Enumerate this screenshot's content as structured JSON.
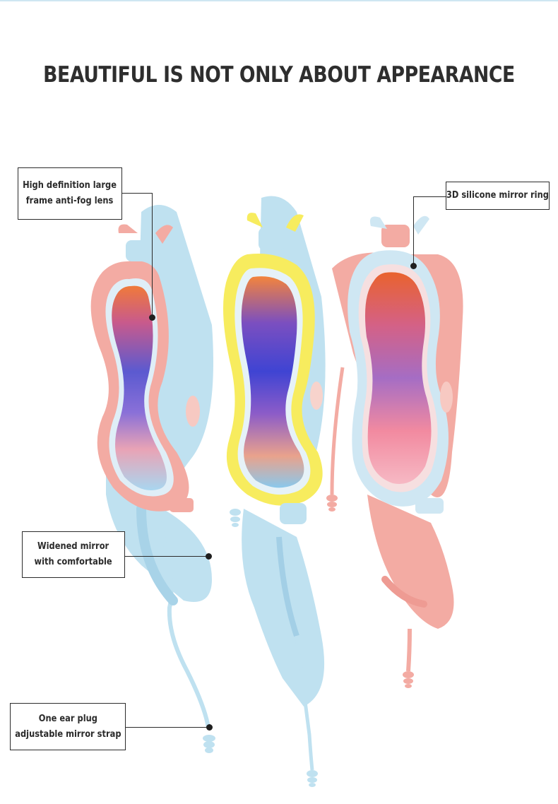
{
  "headline": "BEAUTIFUL IS NOT ONLY ABOUT APPEARANCE",
  "callouts": {
    "lens": {
      "line1": "High definition large",
      "line2": "frame anti-fog lens"
    },
    "ring": {
      "text": "3D silicone mirror ring"
    },
    "widened": {
      "line1": "Widened mirror",
      "line2": "with comfortable"
    },
    "strap": {
      "line1": "One ear plug",
      "line2": "adjustable mirror strap"
    }
  },
  "colors": {
    "pink": "#f3aba3",
    "blue": "#bfe1f0",
    "yellow": "#f7ec5e",
    "lens_purple": "#6b5fc8"
  },
  "icons": [
    "goggles-pink-blue",
    "goggles-yellow-blue",
    "goggles-blue-pink"
  ]
}
